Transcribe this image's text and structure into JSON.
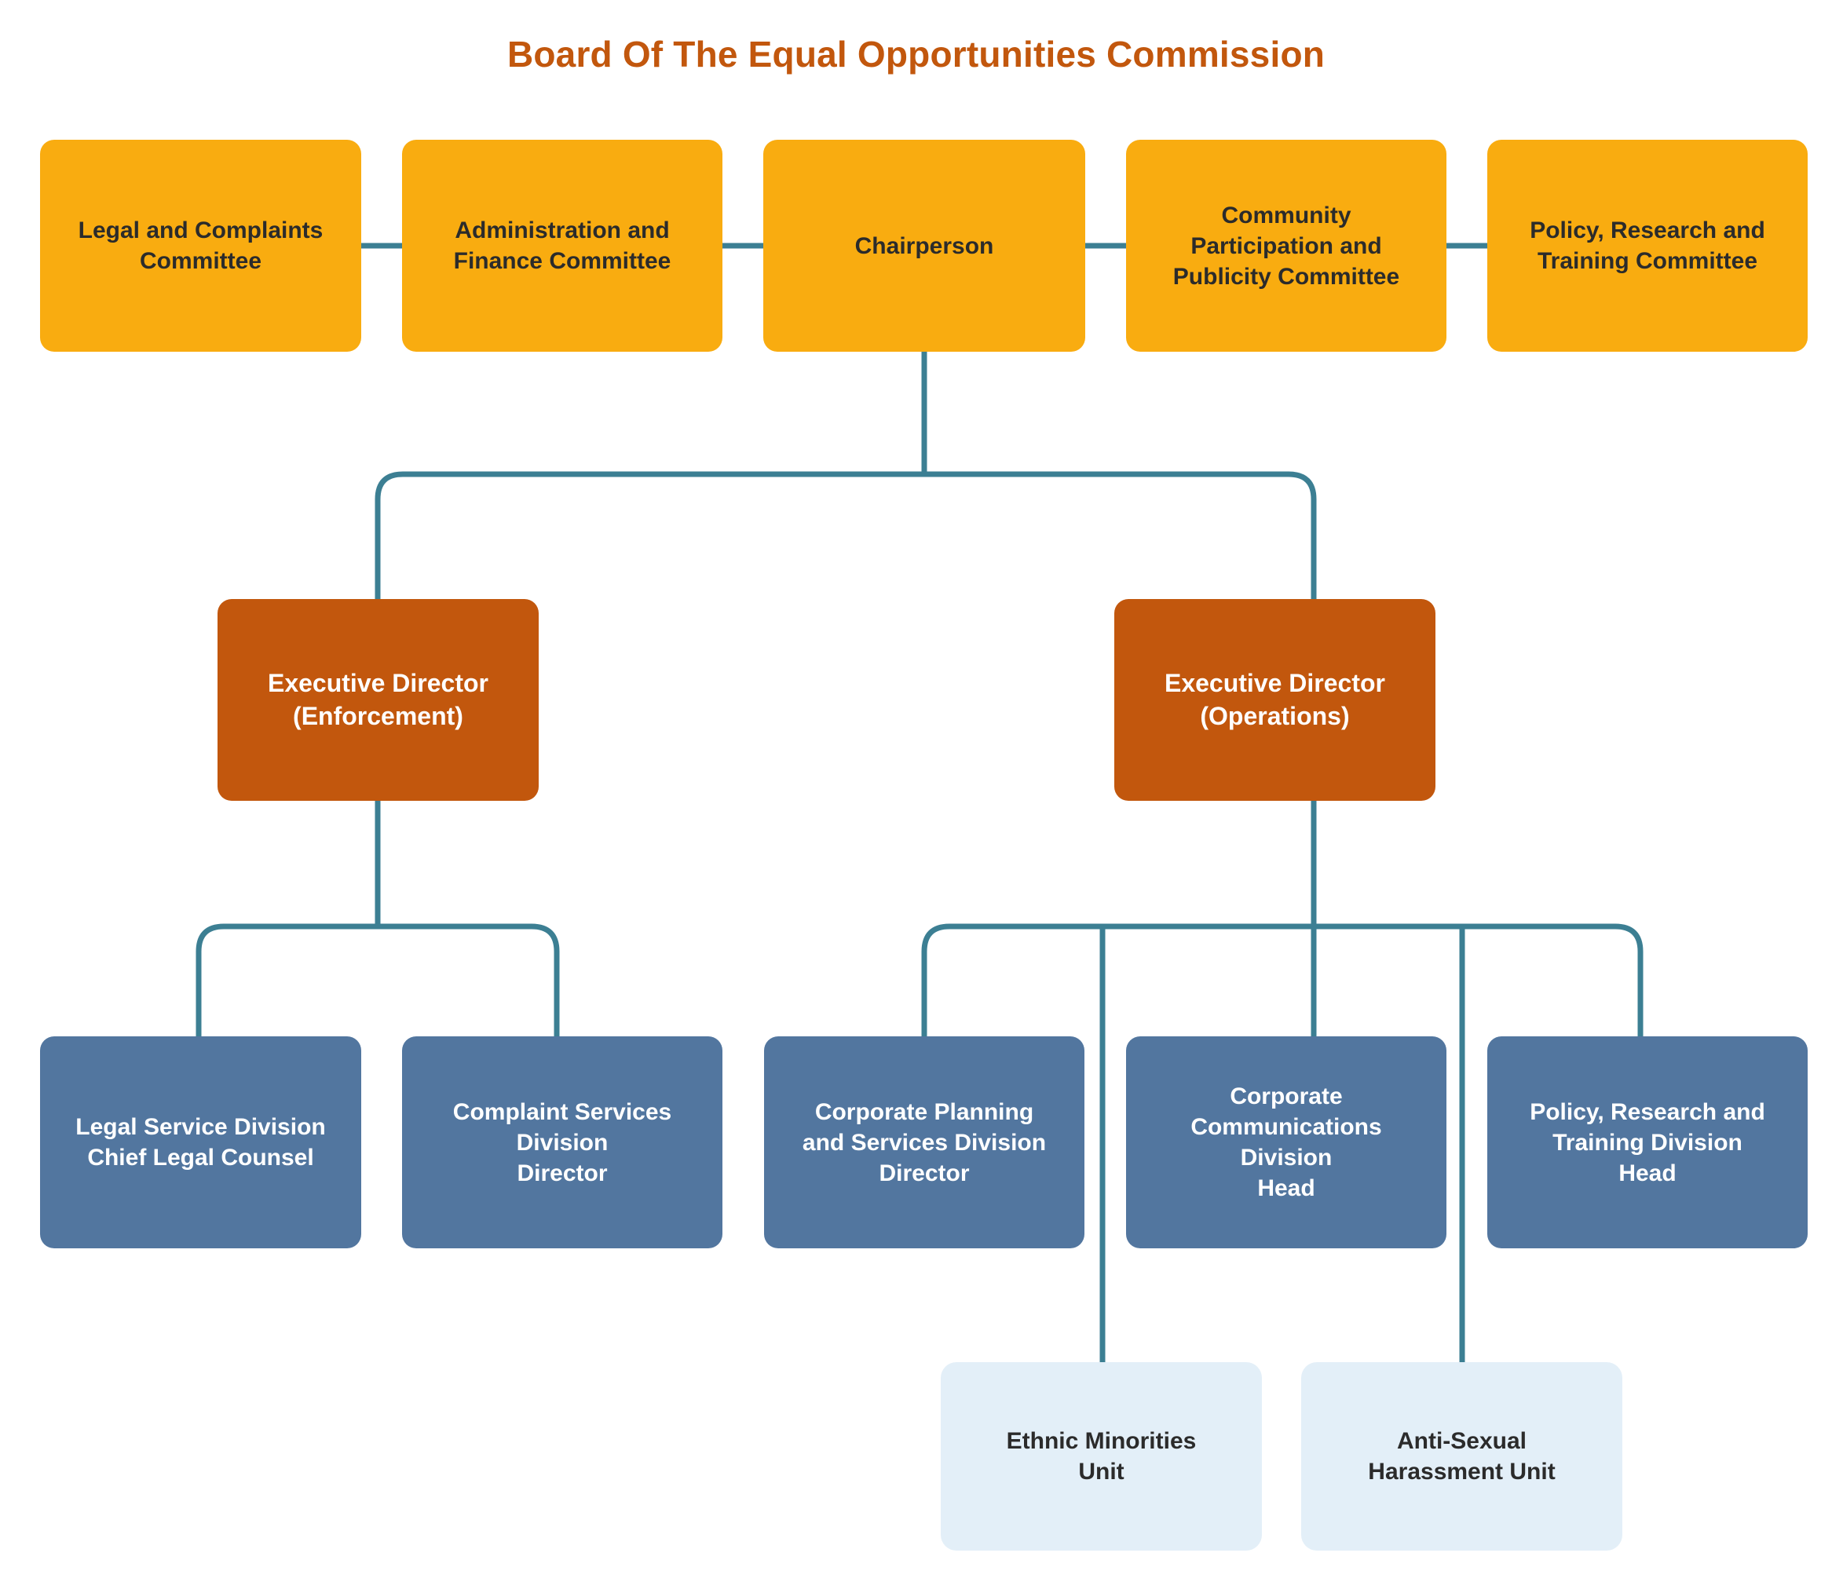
{
  "title": "Board Of The Equal Opportunities Commission",
  "colors": {
    "title": "#C2570D",
    "committee_fill": "#F9AC10",
    "committee_text": "#2B2B2B",
    "director_fill": "#C2570D",
    "director_text": "#FFFFFF",
    "division_fill": "#52769F",
    "division_text": "#FFFFFF",
    "unit_fill": "#E3EFF8",
    "unit_text": "#2B2B2B",
    "connector": "#3C7F93",
    "background": "#FFFFFF"
  },
  "chart_data": {
    "type": "org-chart",
    "title": "Board Of The Equal Opportunities Commission",
    "levels": [
      "committee",
      "director",
      "division",
      "unit"
    ],
    "nodes": [
      {
        "id": "legal-complaints-committee",
        "label": "Legal and Complaints\nCommittee",
        "level": "committee"
      },
      {
        "id": "administration-finance-committee",
        "label": "Administration and\nFinance Committee",
        "level": "committee"
      },
      {
        "id": "chairperson",
        "label": "Chairperson",
        "level": "committee"
      },
      {
        "id": "community-participation-publicity-committee",
        "label": "Community\nParticipation and\nPublicity Committee",
        "level": "committee"
      },
      {
        "id": "policy-research-training-committee",
        "label": "Policy, Research and\nTraining Committee",
        "level": "committee"
      },
      {
        "id": "executive-director-enforcement",
        "label": "Executive Director\n(Enforcement)",
        "level": "director"
      },
      {
        "id": "executive-director-operations",
        "label": "Executive Director\n(Operations)",
        "level": "director"
      },
      {
        "id": "legal-service-division",
        "label": "Legal Service Division\nChief Legal Counsel",
        "level": "division"
      },
      {
        "id": "complaint-services-division",
        "label": "Complaint Services\nDivision\nDirector",
        "level": "division"
      },
      {
        "id": "corporate-planning-services-division",
        "label": "Corporate Planning\nand Services Division\nDirector",
        "level": "division"
      },
      {
        "id": "corporate-communications-division",
        "label": "Corporate\nCommunications\nDivision\nHead",
        "level": "division"
      },
      {
        "id": "policy-research-training-division",
        "label": "Policy, Research and\nTraining Division\nHead",
        "level": "division"
      },
      {
        "id": "ethnic-minorities-unit",
        "label": "Ethnic Minorities\nUnit",
        "level": "unit"
      },
      {
        "id": "anti-sexual-harassment-unit",
        "label": "Anti-Sexual\nHarassment Unit",
        "level": "unit"
      }
    ],
    "edges": [
      {
        "from": "legal-complaints-committee",
        "to": "administration-finance-committee"
      },
      {
        "from": "administration-finance-committee",
        "to": "chairperson"
      },
      {
        "from": "chairperson",
        "to": "community-participation-publicity-committee"
      },
      {
        "from": "community-participation-publicity-committee",
        "to": "policy-research-training-committee"
      },
      {
        "from": "chairperson",
        "to": "executive-director-enforcement"
      },
      {
        "from": "chairperson",
        "to": "executive-director-operations"
      },
      {
        "from": "executive-director-enforcement",
        "to": "legal-service-division"
      },
      {
        "from": "executive-director-enforcement",
        "to": "complaint-services-division"
      },
      {
        "from": "executive-director-operations",
        "to": "corporate-planning-services-division"
      },
      {
        "from": "executive-director-operations",
        "to": "corporate-communications-division"
      },
      {
        "from": "executive-director-operations",
        "to": "policy-research-training-division"
      },
      {
        "from": "executive-director-operations",
        "to": "ethnic-minorities-unit"
      },
      {
        "from": "executive-director-operations",
        "to": "anti-sexual-harassment-unit"
      }
    ]
  }
}
